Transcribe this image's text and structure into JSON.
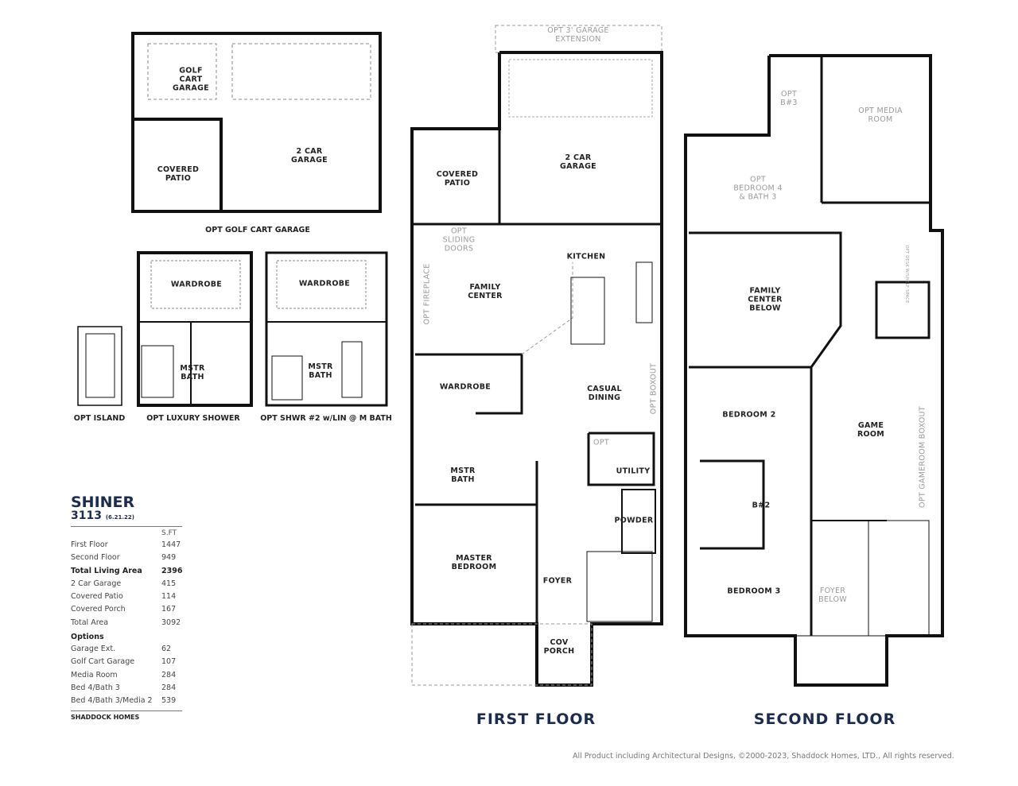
{
  "plan": {
    "name": "SHINER",
    "number": "3113",
    "date": "(6.21.22)",
    "unit_header": "S.FT"
  },
  "areas": [
    {
      "label": "First Floor",
      "value": "1447"
    },
    {
      "label": "Second Floor",
      "value": "949"
    },
    {
      "label": "Total Living Area",
      "value": "2396",
      "bold": true
    },
    {
      "label": "2 Car Garage",
      "value": "415"
    },
    {
      "label": "Covered Patio",
      "value": "114"
    },
    {
      "label": "Covered Porch",
      "value": "167"
    },
    {
      "label": "Total Area",
      "value": "3092"
    }
  ],
  "options_title": "Options",
  "options": [
    {
      "label": "Garage Ext.",
      "value": "62"
    },
    {
      "label": "Golf Cart Garage",
      "value": "107"
    },
    {
      "label": "Media Room",
      "value": "284"
    },
    {
      "label": "Bed 4/Bath 3",
      "value": "284"
    },
    {
      "label": "Bed 4/Bath 3/Media 2",
      "value": "539"
    }
  ],
  "brand": "SHADDOCK HOMES",
  "copyright": "All Product including Architectural Designs, ©2000-2023, Shaddock Homes, LTD., All rights reserved.",
  "captions": {
    "golf_cart": "OPT GOLF CART GARAGE",
    "island": "OPT ISLAND",
    "luxury_shower": "OPT LUXURY SHOWER",
    "shower2": "OPT SHWR #2 w/LIN @ M BATH",
    "first_floor": "FIRST FLOOR",
    "second_floor": "SECOND FLOOR"
  },
  "rooms": {
    "gc_golf": "GOLF\nCART\nGARAGE",
    "gc_garage": "2 CAR\nGARAGE",
    "gc_patio": "COVERED\nPATIO",
    "ls_wardrobe": "WARDROBE",
    "ls_bath": "MSTR\nBATH",
    "s2_wardrobe": "WARDROBE",
    "s2_bath": "MSTR\nBATH",
    "f_ext": "OPT 3' GARAGE\nEXTENSION",
    "f_garage": "2 CAR\nGARAGE",
    "f_patio": "COVERED\nPATIO",
    "f_sliding": "OPT\nSLIDING\nDOORS",
    "f_kitchen": "KITCHEN",
    "f_family": "FAMILY\nCENTER",
    "f_fireplace": "OPT\nFIREPLACE",
    "f_wardrobe": "WARDROBE",
    "f_dining": "CASUAL\nDINING",
    "f_boxout": "OPT\nBOXOUT",
    "f_opt": "OPT",
    "f_utility": "UTILITY",
    "f_bath": "MSTR\nBATH",
    "f_powder": "POWDER",
    "f_master": "MASTER\nBEDROOM",
    "f_foyer": "FOYER",
    "f_porch": "COV\nPORCH",
    "s_b3": "OPT\nB#3",
    "s_media": "OPT MEDIA\nROOM",
    "s_bed4": "OPT\nBEDROOM 4\n& BATH 3",
    "s_family": "FAMILY\nCENTER\nBELOW",
    "s_bed2": "BEDROOM 2",
    "s_game": "GAME\nROOM",
    "s_gbox": "OPT\nGAMEROOM\nBOXOUT",
    "s_desk": "OPT DESK W/SHELF\nSPACE",
    "s_b2": "B#2",
    "s_bed3": "BEDROOM 3",
    "s_foyer": "FOYER\nBELOW"
  }
}
